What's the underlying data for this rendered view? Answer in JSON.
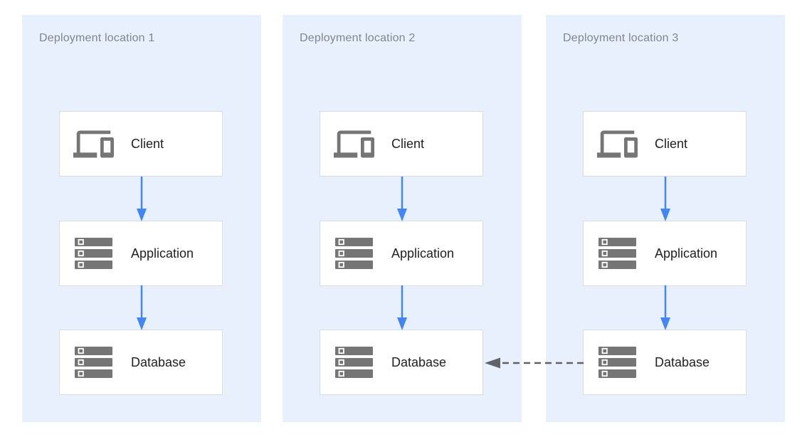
{
  "diagram": {
    "type": "deployment-architecture-diagram",
    "colors": {
      "page-bg": "#ffffff",
      "panel-bg": "#e8f0fe",
      "title-color": "#80868b",
      "node-bg": "#ffffff",
      "node-border": "#d9dce1",
      "label-color": "#202124",
      "icon-color": "#757575",
      "flow-arrow": "#4285f4",
      "replication-arrow": "#5f6368"
    }
  },
  "panels": [
    {
      "title": "Deployment location 1",
      "nodes": [
        {
          "label": "Client",
          "icon": "devices-icon"
        },
        {
          "label": "Application",
          "icon": "server-stack-icon"
        },
        {
          "label": "Database",
          "icon": "server-stack-icon"
        }
      ]
    },
    {
      "title": "Deployment location 2",
      "nodes": [
        {
          "label": "Client",
          "icon": "devices-icon"
        },
        {
          "label": "Application",
          "icon": "server-stack-icon"
        },
        {
          "label": "Database",
          "icon": "server-stack-icon"
        }
      ]
    },
    {
      "title": "Deployment location 3",
      "nodes": [
        {
          "label": "Client",
          "icon": "devices-icon"
        },
        {
          "label": "Application",
          "icon": "server-stack-icon"
        },
        {
          "label": "Database",
          "icon": "server-stack-icon"
        }
      ]
    }
  ],
  "connections": [
    {
      "from": "Client",
      "to": "Application",
      "scope": "each location",
      "style": "solid",
      "color": "#4285f4",
      "direction": "down"
    },
    {
      "from": "Application",
      "to": "Database",
      "scope": "each location",
      "style": "solid",
      "color": "#4285f4",
      "direction": "down"
    },
    {
      "from": "Database (Deployment location 3)",
      "to": "Database (Deployment location 2)",
      "style": "dashed",
      "color": "#5f6368",
      "direction": "left"
    }
  ]
}
